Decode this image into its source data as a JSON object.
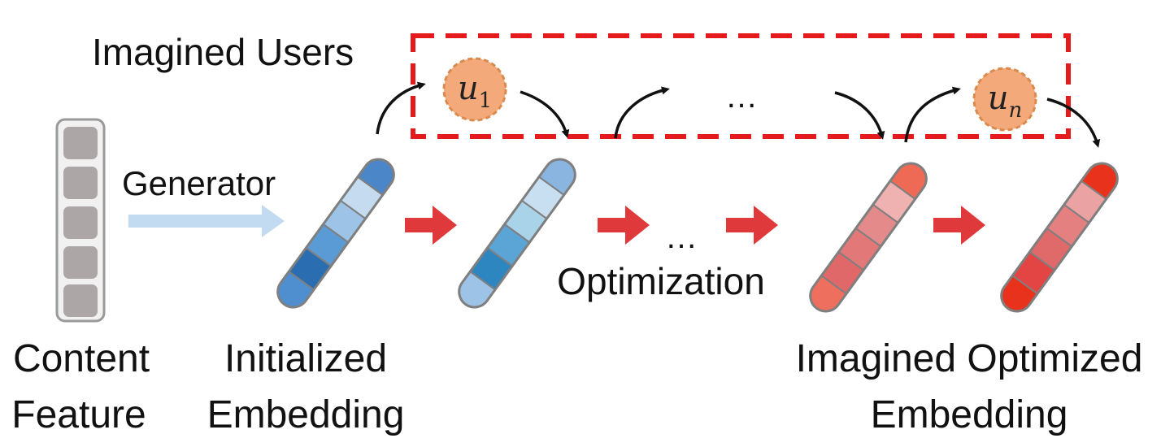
{
  "labels": {
    "imagined_users": "Imagined Users",
    "generator": "Generator",
    "optimization": "Optimization",
    "ellipsis_top": "…",
    "ellipsis_mid": "…",
    "content_feature_line1": "Content",
    "content_feature_line2": "Feature",
    "initialized_embedding_line1": "Initialized",
    "initialized_embedding_line2": "Embedding",
    "imagined_optimized_line1": "Imagined Optimized",
    "imagined_optimized_line2": "Embedding"
  },
  "users": [
    {
      "var": "u",
      "sub": "1"
    },
    {
      "var": "u",
      "sub": "n"
    }
  ],
  "colors": {
    "dashed_box": "#e41a1c",
    "red_arrow": "#e0393b",
    "generator_arrow": "#c3dbf0",
    "user_fill": "#f4a97a",
    "user_stroke": "#d98a4c",
    "feature_cell": "#ada6a6",
    "feature_border": "#9a9a9a",
    "feature_bg": "#f1f1f1",
    "cell_border": "#7f7f7f",
    "curved_arrow": "#111111"
  },
  "embeddings": [
    {
      "name": "initialized",
      "cells": [
        "#4f8fd0",
        "#2a6db0",
        "#5b9bd5",
        "#9dc3e6",
        "#c5dcf0",
        "#4a86c8"
      ]
    },
    {
      "name": "intermediate",
      "cells": [
        "#9dc3e6",
        "#2e86c1",
        "#5aa5d6",
        "#a8d3e8",
        "#c8dff2",
        "#8ab5e0"
      ]
    },
    {
      "name": "imagined-intermediate",
      "cells": [
        "#ef6f5e",
        "#e06868",
        "#e27878",
        "#e58a8a",
        "#f0b1b1",
        "#ef6a55"
      ]
    },
    {
      "name": "imagined-optimized",
      "cells": [
        "#e8321c",
        "#e34545",
        "#e06a6a",
        "#e58080",
        "#eba2a2",
        "#e8321c"
      ]
    }
  ]
}
